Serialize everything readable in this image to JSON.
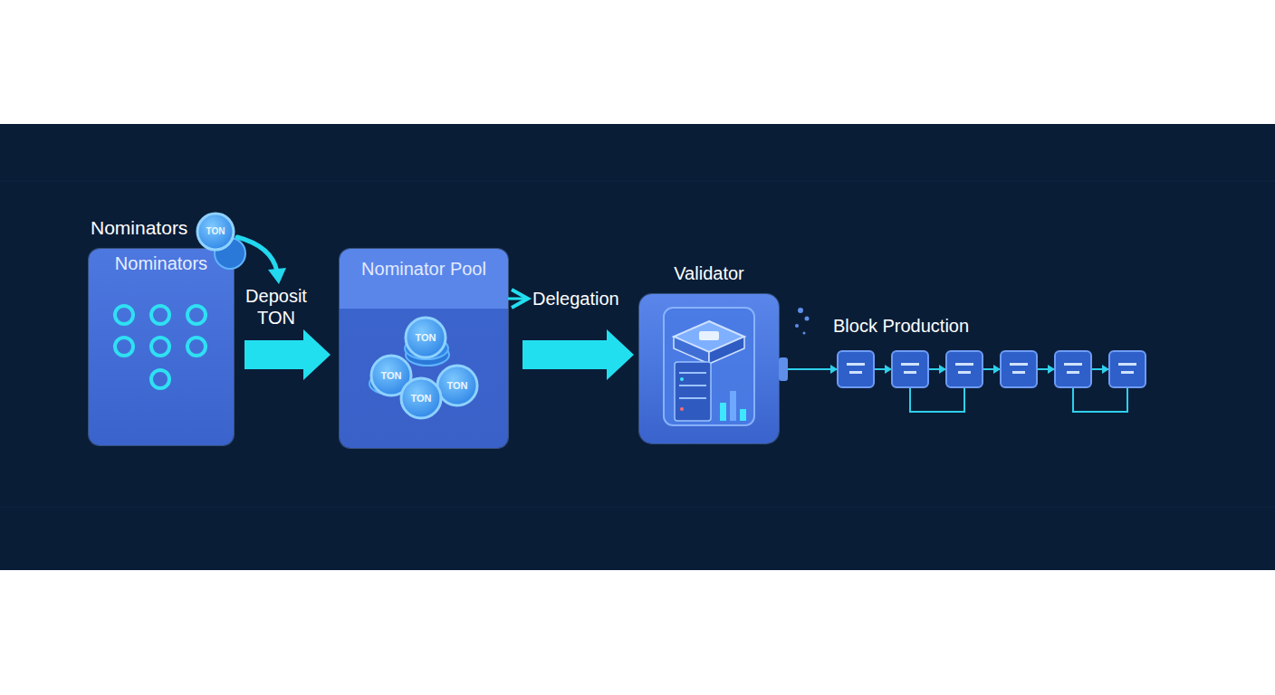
{
  "diagram": {
    "nodes": [
      {
        "text": [
          "Nominators",
          "Nominators"
        ]
      },
      {
        "text": [
          "Nominator Pool"
        ]
      },
      {
        "text": [
          "Validator"
        ]
      }
    ],
    "edges": [
      {
        "from": 0,
        "to": 1,
        "arrow": "to",
        "label": "Deposit TON"
      },
      {
        "from": 1,
        "to": 2,
        "arrow": "to",
        "label": "Delegation"
      }
    ],
    "labels": [
      "TON",
      "TON",
      "TON",
      "TON",
      "TON",
      "Block Production"
    ]
  }
}
